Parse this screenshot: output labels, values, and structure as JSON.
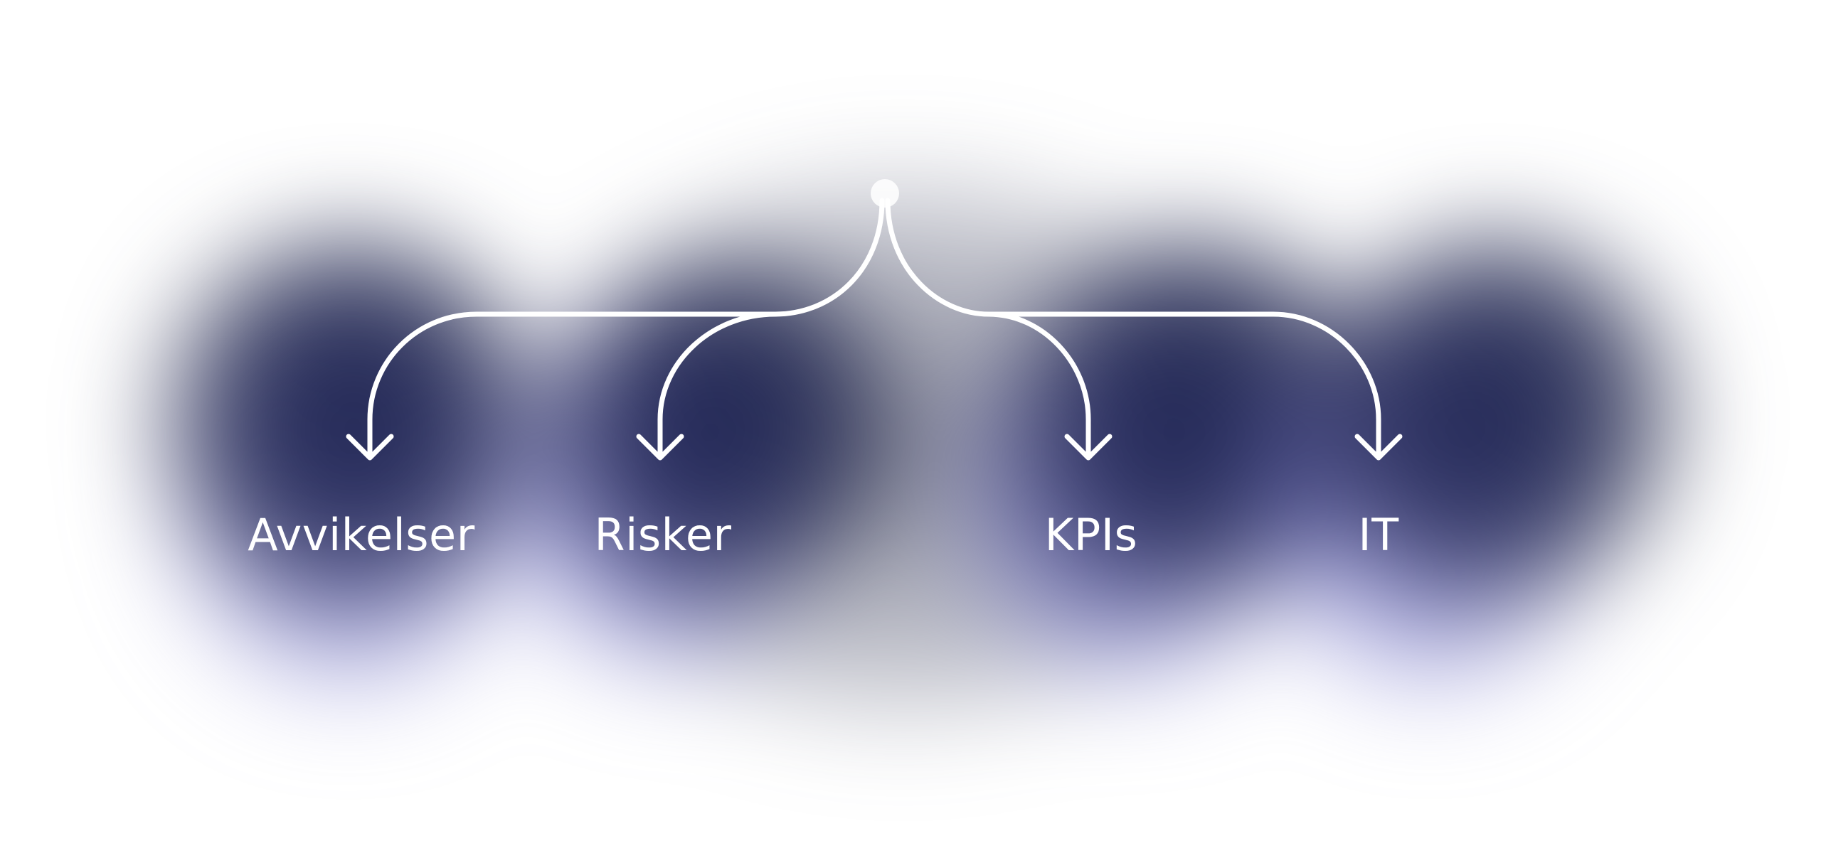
{
  "diagram": {
    "type": "tree",
    "root": {},
    "branches": [
      {
        "label": "Avvikelser"
      },
      {
        "label": "Risker"
      },
      {
        "label": "KPIs"
      },
      {
        "label": "IT"
      }
    ]
  },
  "colors": {
    "background": "#ffffff",
    "connector": "#ffffff",
    "label_text": "#ffffff",
    "blob_dark_navy": "#1c2148",
    "blob_violet": "#5050b4"
  }
}
